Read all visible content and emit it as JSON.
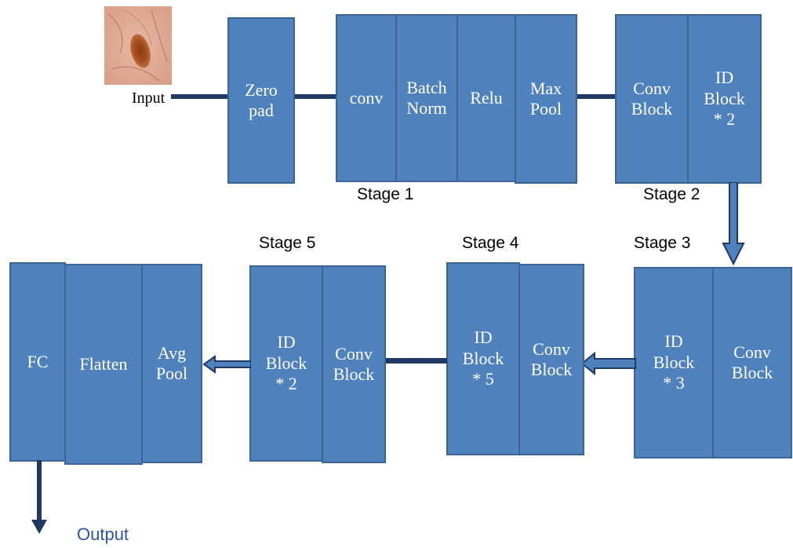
{
  "input_label": "Input",
  "output_label": "Output",
  "stages": {
    "stage1": "Stage 1",
    "stage2": "Stage 2",
    "stage3": "Stage 3",
    "stage4": "Stage 4",
    "stage5": "Stage 5"
  },
  "blocks": {
    "zero_pad": "Zero\npad",
    "conv": "conv",
    "batch_norm": "Batch\nNorm",
    "relu": "Relu",
    "max_pool": "Max\nPool",
    "s2_conv_block": "Conv\nBlock",
    "s2_id_block": "ID\nBlock\n* 2",
    "s3_id_block": "ID\nBlock\n* 3",
    "s3_conv_block": "Conv\nBlock",
    "s4_id_block": "ID\nBlock\n* 5",
    "s4_conv_block": "Conv\nBlock",
    "s5_id_block": "ID\nBlock\n* 2",
    "s5_conv_block": "Conv\nBlock",
    "fc": "FC",
    "flatten": "Flatten",
    "avg_pool": "Avg\nPool"
  },
  "colors": {
    "block_fill": "#4f81bd",
    "block_border": "#3d6594",
    "connector": "#1f3864",
    "output_text": "#2f5597"
  },
  "icons": {
    "input_image": "skin-lesion-image"
  }
}
